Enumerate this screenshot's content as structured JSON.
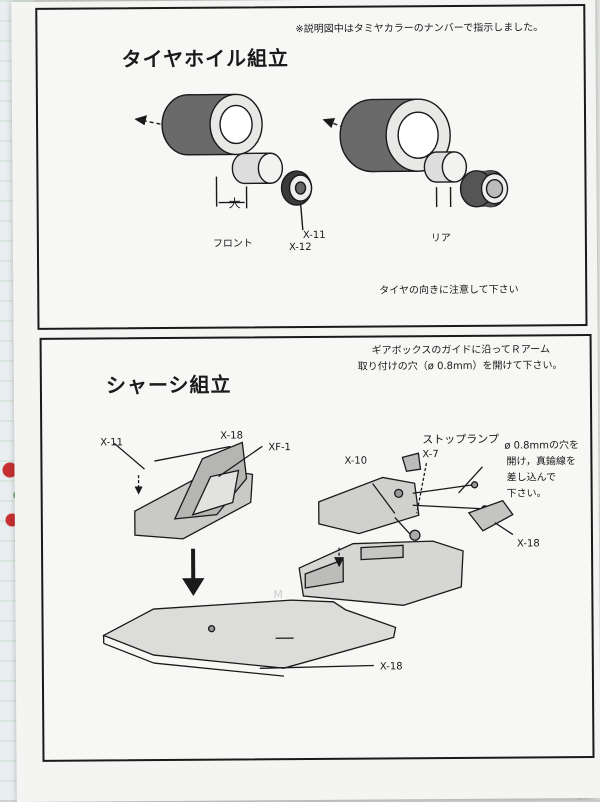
{
  "document": {
    "section1": {
      "header_note": "※説明図中はタミヤカラーのナンバーで指示しました。",
      "title": "タイヤホイル組立",
      "dimension_label": "大",
      "front_label": "フロント",
      "rear_label": "リア",
      "part_x11": "X-11",
      "part_x12": "X-12",
      "caution": "タイヤの向きに注意して下さい"
    },
    "section2": {
      "note_line1": "ギアボックスのガイドに沿ってＲアーム",
      "note_line2": "取り付けの穴（ø 0.8mm）を開けて下さい。",
      "title": "シャーシ組立",
      "part_x11": "X-11",
      "part_x18_top": "X-18",
      "part_xf1": "XF-1",
      "stop_lamp": "ストップランプ",
      "part_x10": "X-10",
      "part_x7": "X-7",
      "wire_note_1": "ø 0.8mmの穴を",
      "wire_note_2": "開け，真鍮線を",
      "wire_note_3": "差し込んで",
      "wire_note_4": "下さい。",
      "part_x18_right": "X-18",
      "part_x18_bottom": "X-18"
    }
  }
}
